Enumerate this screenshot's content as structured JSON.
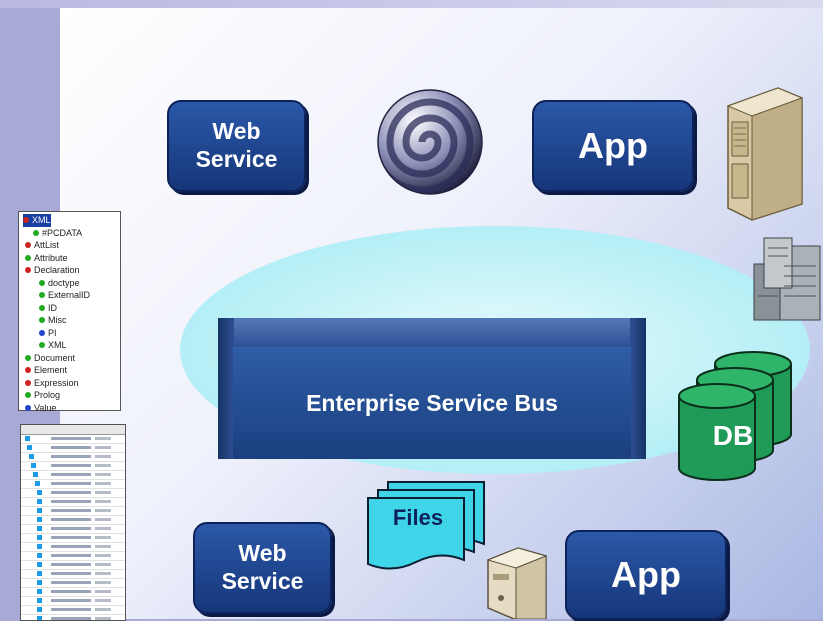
{
  "diagram": {
    "top_left_box": "Web\nService",
    "top_right_box": "App",
    "bottom_left_box": "Web\nService",
    "bottom_right_box": "App",
    "bus_label": "Enterprise Service Bus",
    "db_label": "DB",
    "files_label": "Files"
  },
  "xml_tree": {
    "items": [
      {
        "label": "XML",
        "color": "#cc2222"
      },
      {
        "label": "#PCDATA",
        "color": "#22aa22"
      },
      {
        "label": "AttList",
        "color": "#cc2222"
      },
      {
        "label": "Attribute",
        "color": "#22aa22"
      },
      {
        "label": "Declaration",
        "color": "#cc2222"
      },
      {
        "label": "doctype",
        "color": "#22aa22"
      },
      {
        "label": "ExternalID",
        "color": "#22aa22"
      },
      {
        "label": "ID",
        "color": "#22aa22"
      },
      {
        "label": "Misc",
        "color": "#22aa22"
      },
      {
        "label": "PI",
        "color": "#2244cc"
      },
      {
        "label": "XML",
        "color": "#22aa22"
      },
      {
        "label": "Document",
        "color": "#22aa22"
      },
      {
        "label": "Element",
        "color": "#cc2222"
      },
      {
        "label": "Expression",
        "color": "#cc2222"
      },
      {
        "label": "Prolog",
        "color": "#22aa22"
      },
      {
        "label": "Value",
        "color": "#2244cc"
      }
    ]
  },
  "colors": {
    "box_blue": "#1f4a95",
    "db_green": "#1f9a57",
    "files_cyan": "#3fd4e8"
  }
}
